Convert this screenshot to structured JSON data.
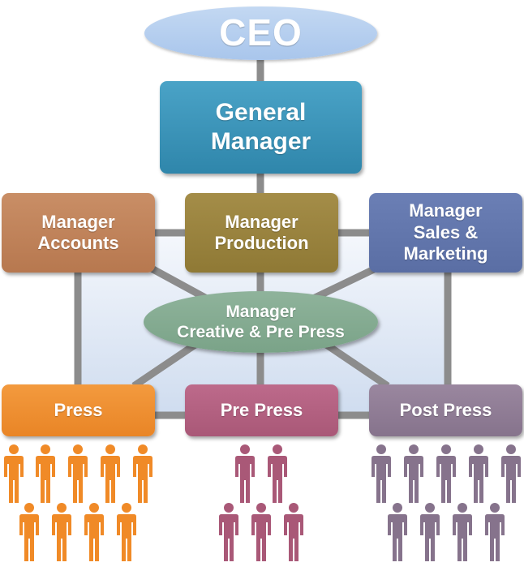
{
  "diagram": {
    "colors": {
      "connector": "#8c8c8c",
      "panel": "#dbe6f5",
      "press_people": "#f08a27",
      "prepress_people": "#a95877",
      "postpress_people": "#86738c"
    },
    "nodes": {
      "ceo": "CEO",
      "general_manager": "General\nManager",
      "manager_accounts": "Manager\nAccounts",
      "manager_production": "Manager\nProduction",
      "manager_sales": "Manager\nSales &\nMarketing",
      "manager_creative": "Manager\nCreative & Pre Press",
      "press": "Press",
      "pre_press": "Pre Press",
      "post_press": "Post Press"
    },
    "staff": {
      "press_count": 9,
      "pre_press_count": 5,
      "post_press_count": 9
    }
  }
}
